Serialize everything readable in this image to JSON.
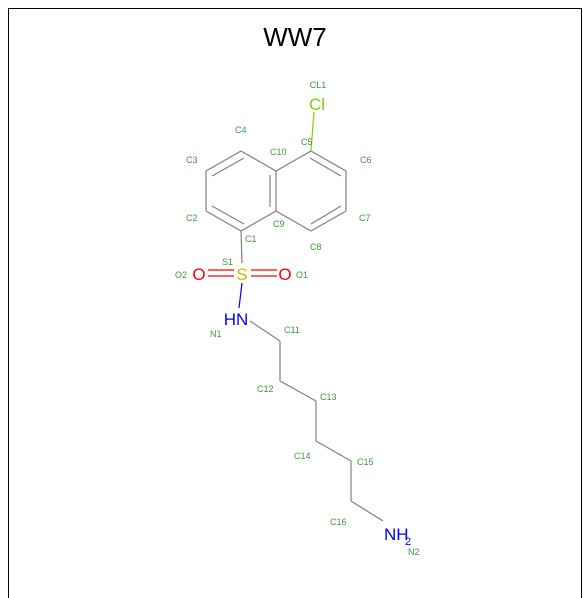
{
  "title": "WW7",
  "colors": {
    "bond": "#808080",
    "atom_label": "#3a9a3a",
    "chlorine": "#7fd000",
    "oxygen": "#ff0000",
    "sulfur": "#ccb800",
    "nitrogen": "#0000ff"
  },
  "atom_labels": {
    "CL1": "CL1",
    "C5": "C5",
    "C4": "C4",
    "C10": "C10",
    "C3": "C3",
    "C6": "C6",
    "C2": "C2",
    "C9": "C9",
    "C7": "C7",
    "C1": "C1",
    "C8": "C8",
    "S1": "S1",
    "O2": "O2",
    "O1": "O1",
    "N1": "N1",
    "C11": "C11",
    "C12": "C12",
    "C13": "C13",
    "C14": "C14",
    "C15": "C15",
    "C16": "C16",
    "N2": "N2"
  },
  "element_symbols": {
    "cl": "Cl",
    "s": "S",
    "o_left": "O",
    "o_right": "O",
    "hn": "HN",
    "nh": "NH",
    "nh_sub": "2"
  }
}
